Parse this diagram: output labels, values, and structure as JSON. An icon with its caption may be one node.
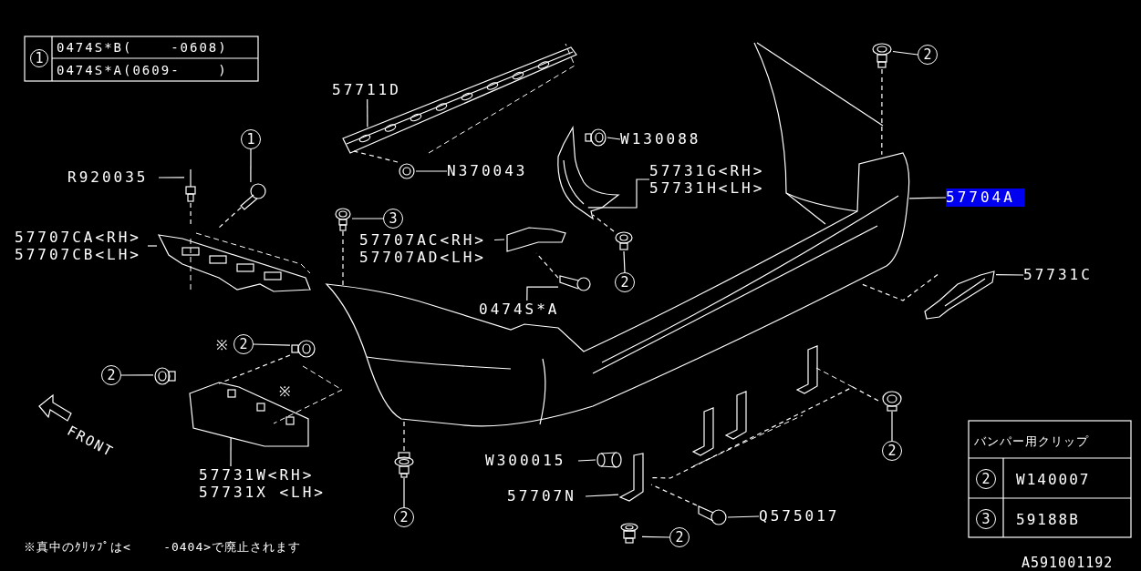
{
  "diagram": {
    "nodes": [
      {
        "text": [
          "57711D"
        ]
      },
      {
        "text": [],
        "shape": "picture"
      },
      {
        "text": [
          "N370043"
        ]
      },
      {
        "text": [],
        "shape": "picture"
      },
      {
        "text": [
          "W130088"
        ]
      },
      {
        "text": [],
        "shape": "picture"
      },
      {
        "text": [
          "57731G<RH>",
          "57731H<LH>"
        ]
      },
      {
        "text": [],
        "shape": "picture"
      },
      {
        "text": [
          "2"
        ]
      },
      {
        "text": [],
        "shape": "picture"
      },
      {
        "text": [
          "57704A"
        ]
      },
      {
        "text": [],
        "shape": "picture"
      },
      {
        "text": [
          "57731C"
        ]
      },
      {
        "text": [],
        "shape": "picture"
      },
      {
        "text": [
          "1"
        ]
      },
      {
        "text": [],
        "shape": "picture"
      },
      {
        "text": [
          "R920035"
        ]
      },
      {
        "text": [],
        "shape": "picture"
      },
      {
        "text": [
          "57707CA<RH>",
          "57707CB<LH>"
        ]
      },
      {
        "text": [],
        "shape": "picture"
      },
      {
        "text": [
          "3"
        ]
      },
      {
        "text": [],
        "shape": "picture"
      },
      {
        "text": [
          "57707AC<RH>",
          "57707AD<LH>"
        ]
      },
      {
        "text": [],
        "shape": "picture"
      },
      {
        "text": [
          "0474S*A"
        ]
      },
      {
        "text": [],
        "shape": "picture"
      },
      {
        "text": [
          "2"
        ]
      },
      {
        "text": [],
        "shape": "picture"
      },
      {
        "text": [
          "2"
        ],
        "beside": [
          "※"
        ]
      },
      {
        "text": [],
        "shape": "picture"
      },
      {
        "text": [
          "2"
        ]
      },
      {
        "text": [],
        "shape": "picture"
      },
      {
        "text": [
          "57731W<RH>",
          "57731X <LH>"
        ]
      },
      {
        "text": [],
        "shape": "picture"
      },
      {
        "text": [
          "2"
        ]
      },
      {
        "text": [],
        "shape": "picture"
      },
      {
        "text": [
          "W300015"
        ]
      },
      {
        "text": [],
        "shape": "picture"
      },
      {
        "text": [
          "57707N"
        ]
      },
      {
        "text": [],
        "shape": "picture"
      },
      {
        "text": [
          "2"
        ]
      },
      {
        "text": [],
        "shape": "picture"
      },
      {
        "text": [
          "Q575017"
        ]
      },
      {
        "text": [],
        "shape": "picture"
      },
      {
        "text": [
          "2"
        ]
      },
      {
        "text": [],
        "shape": "picture"
      },
      {
        "text": [
          "1"
        ]
      },
      {
        "text": [
          "2"
        ]
      },
      {
        "text": [
          "3"
        ]
      }
    ],
    "edges": [
      {
        "from": 0,
        "to": 1,
        "arrow": "none"
      },
      {
        "from": 2,
        "to": 3,
        "arrow": "none"
      },
      {
        "from": 4,
        "to": 5,
        "arrow": "none"
      },
      {
        "from": 6,
        "to": 7,
        "arrow": "none"
      },
      {
        "from": 8,
        "to": 9,
        "arrow": "none"
      },
      {
        "from": 10,
        "to": 11,
        "arrow": "none"
      },
      {
        "from": 12,
        "to": 13,
        "arrow": "none"
      },
      {
        "from": 14,
        "to": 15,
        "arrow": "none"
      },
      {
        "from": 16,
        "to": 17,
        "arrow": "none"
      },
      {
        "from": 18,
        "to": 19,
        "arrow": "none"
      },
      {
        "from": 20,
        "to": 21,
        "arrow": "none"
      },
      {
        "from": 22,
        "to": 23,
        "arrow": "none"
      },
      {
        "from": 24,
        "to": 25,
        "arrow": "none"
      },
      {
        "from": 26,
        "to": 27,
        "arrow": "none"
      },
      {
        "from": 28,
        "to": 29,
        "arrow": "none"
      },
      {
        "from": 30,
        "to": 31,
        "arrow": "none"
      },
      {
        "from": 32,
        "to": 33,
        "arrow": "none"
      },
      {
        "from": 34,
        "to": 35,
        "arrow": "none"
      },
      {
        "from": 36,
        "to": 37,
        "arrow": "none"
      },
      {
        "from": 38,
        "to": 39,
        "arrow": "none"
      },
      {
        "from": 40,
        "to": 41,
        "arrow": "none"
      },
      {
        "from": 42,
        "to": 43,
        "arrow": "none"
      },
      {
        "from": 44,
        "to": 45,
        "arrow": "none"
      },
      {
        "from": 3,
        "to": 1,
        "arrow": "none",
        "style": "dashed"
      },
      {
        "from": 15,
        "to": 19,
        "arrow": "none",
        "style": "dashed"
      },
      {
        "from": 17,
        "to": 19,
        "arrow": "none",
        "style": "dashed"
      },
      {
        "from": 21,
        "to": 11,
        "arrow": "none",
        "style": "dashed"
      },
      {
        "from": 27,
        "to": 7,
        "arrow": "none",
        "style": "dashed"
      },
      {
        "from": 25,
        "to": 23,
        "arrow": "none",
        "style": "dashed"
      },
      {
        "from": 29,
        "to": 33,
        "arrow": "none",
        "style": "dashed"
      },
      {
        "from": 35,
        "to": 11,
        "arrow": "none",
        "style": "dashed"
      },
      {
        "from": 9,
        "to": 11,
        "arrow": "none",
        "style": "dashed"
      },
      {
        "from": 43,
        "to": 39,
        "arrow": "none",
        "style": "dashed"
      },
      {
        "from": 45,
        "to": 39,
        "arrow": "none",
        "style": "dashed"
      },
      {
        "from": 13,
        "to": 11,
        "arrow": "none",
        "style": "dashed"
      }
    ],
    "labels": [
      "0474S*B(    -0608)",
      "0474S*A(0609-    )",
      "※",
      "FRONT",
      "バンパー用クリップ",
      "W140007",
      "59188B",
      "※真中のｸﾘｯﾌﾟは<    -0404>で廃止されます",
      "A591001192"
    ]
  }
}
